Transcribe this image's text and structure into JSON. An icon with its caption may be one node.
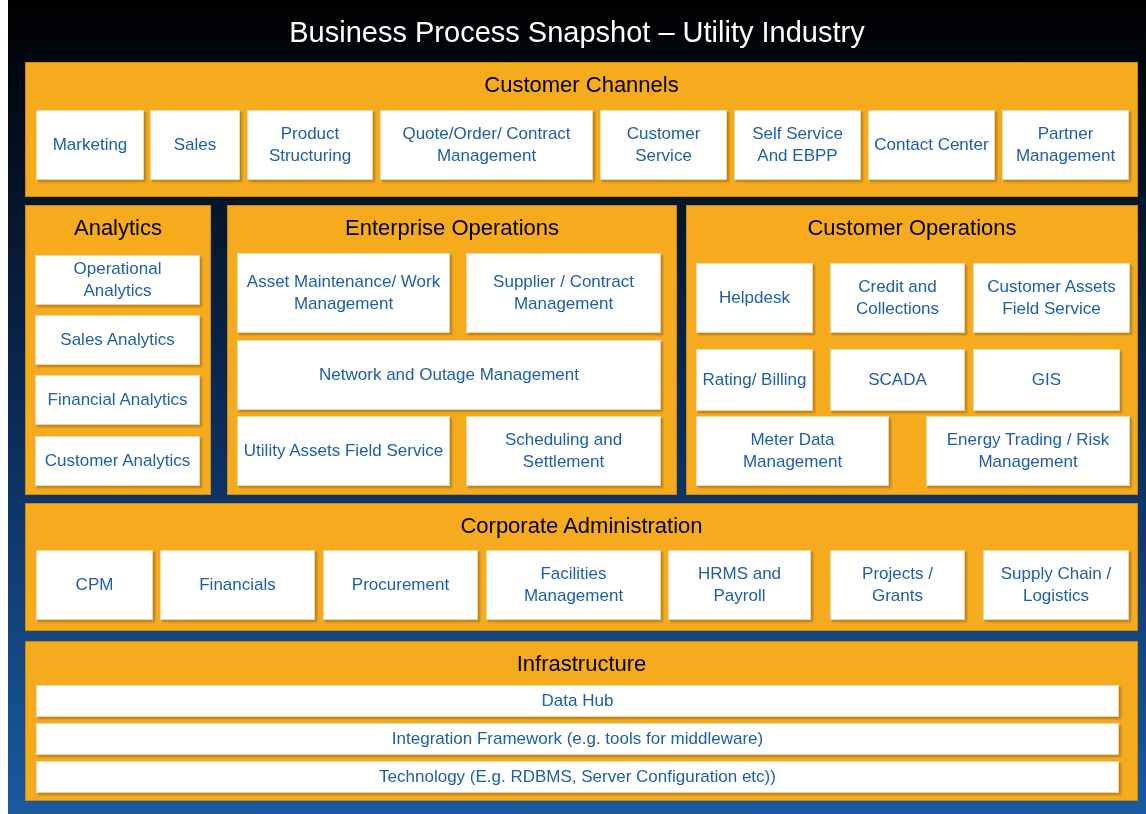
{
  "diagram": {
    "title": "Business Process Snapshot – Utility Industry",
    "nodes": [
      {
        "text": [
          "Customer Channels"
        ]
      },
      {
        "text": [
          "Marketing"
        ],
        "in": 0
      },
      {
        "text": [
          "Sales"
        ],
        "in": 0
      },
      {
        "text": [
          "Product Structuring"
        ],
        "in": 0
      },
      {
        "text": [
          "Quote/Order/ Contract Management"
        ],
        "in": 0
      },
      {
        "text": [
          "Customer Service"
        ],
        "in": 0
      },
      {
        "text": [
          "Self Service And EBPP"
        ],
        "in": 0
      },
      {
        "text": [
          "Contact Center"
        ],
        "in": 0
      },
      {
        "text": [
          "Partner Management"
        ],
        "in": 0
      },
      {
        "text": [
          "Analytics"
        ]
      },
      {
        "text": [
          "Operational Analytics"
        ],
        "in": 9
      },
      {
        "text": [
          "Sales Analytics"
        ],
        "in": 9
      },
      {
        "text": [
          "Financial Analytics"
        ],
        "in": 9
      },
      {
        "text": [
          "Customer Analytics"
        ],
        "in": 9
      },
      {
        "text": [
          "Enterprise Operations"
        ]
      },
      {
        "text": [
          "Asset Maintenance/ Work Management"
        ],
        "in": 14
      },
      {
        "text": [
          "Supplier / Contract Management"
        ],
        "in": 14
      },
      {
        "text": [
          "Network and Outage Management"
        ],
        "in": 14
      },
      {
        "text": [
          "Utility Assets Field Service"
        ],
        "in": 14
      },
      {
        "text": [
          "Scheduling and Settlement"
        ],
        "in": 14
      },
      {
        "text": [
          "Customer Operations"
        ]
      },
      {
        "text": [
          "Helpdesk"
        ],
        "in": 20
      },
      {
        "text": [
          "Credit and Collections"
        ],
        "in": 20
      },
      {
        "text": [
          "Customer Assets Field Service"
        ],
        "in": 20
      },
      {
        "text": [
          "Rating/ Billing"
        ],
        "in": 20
      },
      {
        "text": [
          "SCADA"
        ],
        "in": 20
      },
      {
        "text": [
          "GIS"
        ],
        "in": 20
      },
      {
        "text": [
          "Meter Data Management"
        ],
        "in": 20
      },
      {
        "text": [
          "Energy Trading / Risk Management"
        ],
        "in": 20
      },
      {
        "text": [
          "Corporate Administration"
        ]
      },
      {
        "text": [
          "CPM"
        ],
        "in": 29
      },
      {
        "text": [
          "Financials"
        ],
        "in": 29
      },
      {
        "text": [
          "Procurement"
        ],
        "in": 29
      },
      {
        "text": [
          "Facilities Management"
        ],
        "in": 29
      },
      {
        "text": [
          "HRMS and Payroll"
        ],
        "in": 29
      },
      {
        "text": [
          "Projects / Grants"
        ],
        "in": 29
      },
      {
        "text": [
          "Supply Chain / Logistics"
        ],
        "in": 29
      },
      {
        "text": [
          "Infrastructure"
        ]
      },
      {
        "text": [
          "Data Hub"
        ],
        "in": 37
      },
      {
        "text": [
          "Integration Framework (e.g. tools for middleware)"
        ],
        "in": 37
      },
      {
        "text": [
          "Technology (E.g. RDBMS, Server Configuration etc))"
        ],
        "in": 37
      }
    ]
  }
}
